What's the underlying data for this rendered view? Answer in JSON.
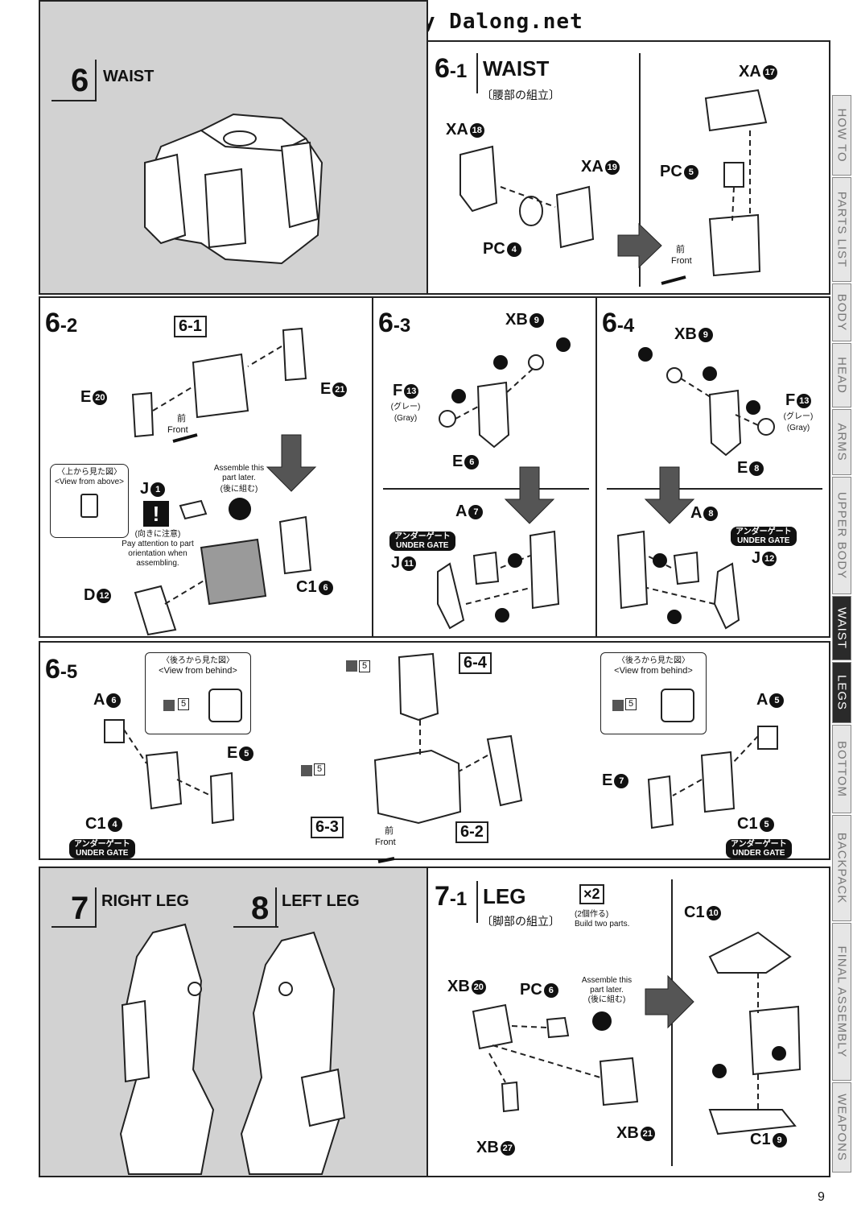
{
  "header": {
    "scan_credit": "Scanned by Dalong.net"
  },
  "page_number": "9",
  "sidebar_tabs": [
    {
      "label": "HOW TO",
      "active": false
    },
    {
      "label": "PARTS LIST",
      "active": false
    },
    {
      "label": "BODY",
      "active": false
    },
    {
      "label": "HEAD",
      "active": false
    },
    {
      "label": "ARMS",
      "active": false
    },
    {
      "label": "UPPER BODY",
      "active": false
    },
    {
      "label": "WAIST",
      "active": true
    },
    {
      "label": "LEGS",
      "active": false
    },
    {
      "label": "BOTTOM",
      "active": false
    },
    {
      "label": "BACKPACK",
      "active": false
    },
    {
      "label": "FINAL ASSEMBLY",
      "active": false
    },
    {
      "label": "WEAPONS",
      "active": false
    }
  ],
  "section6": {
    "number": "6",
    "title": "WAIST"
  },
  "step6_1": {
    "number": "6",
    "sub": "-1",
    "title": "WAIST",
    "jp": "〔腰部の組立〕",
    "parts": {
      "xa18": "XA",
      "n18": "18",
      "xa19": "XA",
      "n19": "19",
      "pc4": "PC",
      "n4": "4",
      "xa17": "XA",
      "n17": "17",
      "pc5": "PC",
      "n5": "5"
    },
    "front_jp": "前",
    "front": "Front"
  },
  "step6_2": {
    "number": "6",
    "sub": "-2",
    "ref": "6-1",
    "e20": "E",
    "n20": "20",
    "e21": "E",
    "n21": "21",
    "front_jp": "前",
    "front": "Front",
    "view_jp": "〈上から見た図〉",
    "view_en": "<View from above>",
    "j1": "J",
    "n1": "1",
    "attn_jp": "(向きに注意)",
    "attn_en": "Pay attention to part orientation when assembling.",
    "later_en": "Assemble this part later.",
    "later_jp": "(後に組む)",
    "c16": "C1",
    "n16": "6",
    "d12": "D",
    "nd12": "12"
  },
  "step6_3": {
    "number": "6",
    "sub": "-3",
    "xb9": "XB",
    "n9": "9",
    "f13": "F",
    "n13": "13",
    "gray_jp": "(グレー)",
    "gray_en": "(Gray)",
    "e6": "E",
    "n6": "6",
    "a7": "A",
    "n7": "7",
    "gate_jp": "アンダーゲート",
    "gate_en": "UNDER GATE",
    "j11": "J",
    "n11": "11"
  },
  "step6_4": {
    "number": "6",
    "sub": "-4",
    "xb9": "XB",
    "n9": "9",
    "f13": "F",
    "n13": "13",
    "gray_jp": "(グレー)",
    "gray_en": "(Gray)",
    "e8": "E",
    "n8": "8",
    "a8": "A",
    "na8": "8",
    "gate_jp": "アンダーゲート",
    "gate_en": "UNDER GATE",
    "j12": "J",
    "n12": "12"
  },
  "step6_5": {
    "number": "6",
    "sub": "-5",
    "view_jp": "〈後ろから見た図〉",
    "view_en": "<View from behind>",
    "sticker": "5",
    "a6": "A",
    "n6": "6",
    "e5": "E",
    "n5": "5",
    "c14": "C1",
    "n14": "4",
    "gate_jp": "アンダーゲート",
    "gate_en": "UNDER GATE",
    "ref_64": "6-4",
    "ref_63": "6-3",
    "ref_62": "6-2",
    "front_jp": "前",
    "front": "Front",
    "a5": "A",
    "na5": "5",
    "e7": "E",
    "n7": "7",
    "c15": "C1",
    "n15": "5"
  },
  "section7": {
    "number": "7",
    "title": "RIGHT LEG"
  },
  "section8": {
    "number": "8",
    "title": "LEFT LEG"
  },
  "step7_1": {
    "number": "7",
    "sub": "-1",
    "title": "LEG",
    "jp": "〔脚部の組立〕",
    "x2": "×2",
    "x2_jp": "(2個作る)",
    "x2_en": "Build two parts.",
    "xb20": "XB",
    "n20": "20",
    "pc6": "PC",
    "n6": "6",
    "later_en": "Assemble this part later.",
    "later_jp": "(後に組む)",
    "xb21": "XB",
    "n21": "21",
    "xb27": "XB",
    "n27": "27",
    "c110": "C1",
    "n10": "10",
    "c19": "C1",
    "n9": "9"
  }
}
